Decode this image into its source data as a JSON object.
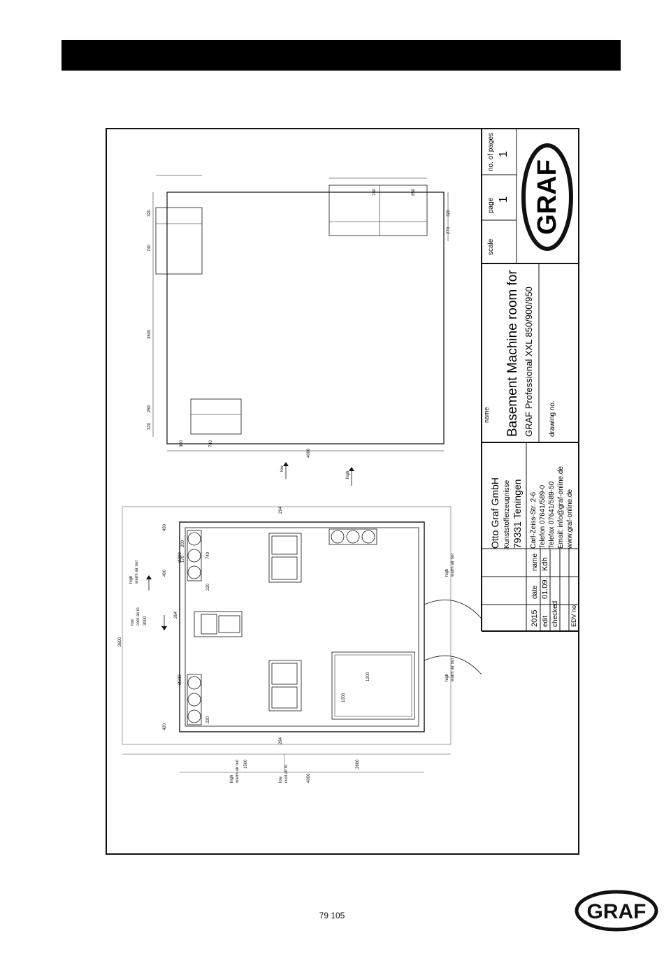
{
  "title_block": {
    "scale_label": "scale",
    "page_label": "page",
    "page_value": "1",
    "pages_label": "no. of pages",
    "pages_value": "1",
    "logo_text": "GRAF",
    "name_label": "name",
    "drawing_title": "Basement Machine room for",
    "drawing_subtitle": "GRAF Professional XXL 850/900/950",
    "drawing_no_label": "drawing no.",
    "company_name": "Otto Graf GmbH",
    "company_sub": "Kunststofferzeugnisse",
    "company_city": "79331 Teningen",
    "address_lines": [
      "Carl-Zeiss-Str. 2-6",
      "Telefon 07641/589-0",
      "Telefax 07641/589-50",
      "Email: info@graf-online.de",
      "www.graf-online.de"
    ],
    "year": "2015",
    "date_label": "date",
    "name_col_label": "name",
    "edit_label": "edit",
    "edit_date": "01.09.",
    "edit_name": "Kdh",
    "checked_label": "checked",
    "edv_label": "EDV no."
  },
  "dimensions": {
    "d4000": "4000",
    "d3500": "3500",
    "d3000": "3000",
    "d2600": "2600",
    "d1500": "1500",
    "d1200": "1200",
    "d850": "850",
    "d740": "740",
    "d450": "450",
    "d420": "420",
    "d400": "400",
    "d320": "320",
    "d300": "300",
    "d294": "294",
    "d264": "264",
    "d259": "259",
    "d220": "220",
    "d200": "200",
    "d170": "170",
    "d160": "160",
    "d100": "1000",
    "d270": "270",
    "dia238": "Ø238",
    "dia338": "Ø338"
  },
  "airflow": {
    "high": "high",
    "warm": "warm air out",
    "low": "low",
    "cool": "cool air in"
  },
  "footer": {
    "page_number": "79   105",
    "logo_text": "GRAF"
  }
}
